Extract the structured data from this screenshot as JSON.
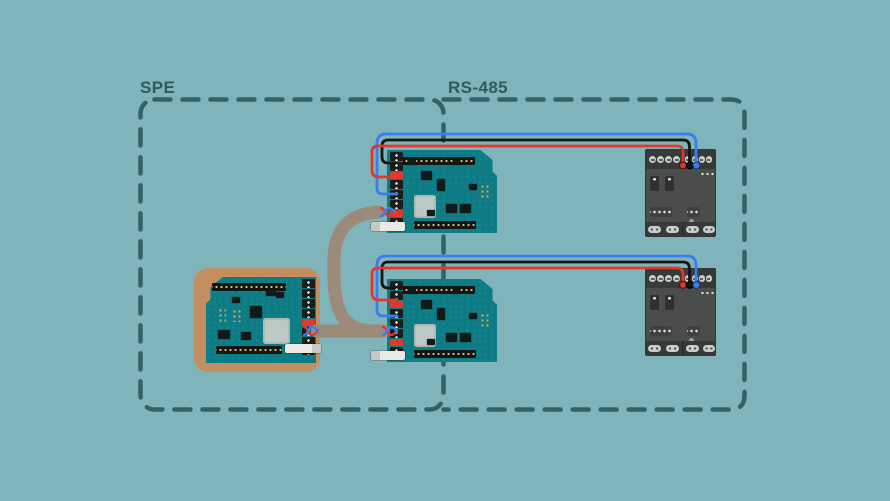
{
  "labels": {
    "spe": "SPE",
    "rs485": "RS-485"
  },
  "colors": {
    "bg": "#80b4bb",
    "line": "#336266",
    "label": "#2d5c60",
    "pcb": "#0e7c85",
    "highlight": "#c38e60",
    "cable": "#9c8a7a",
    "wirered": "#e0392b",
    "wireblue": "#3a7df0",
    "wireblack": "#161616",
    "module": "#4b4d4c",
    "moduledark": "#383a39",
    "header": "#141614",
    "terminal": "#1b1d1b",
    "pale": "#bcc9c4"
  },
  "components": {
    "left_board": "highlighted-arduino-board-with-spe-shield",
    "middle_boards": [
      "arduino-board-with-shield-top",
      "arduino-board-with-shield-bottom"
    ],
    "right_modules": [
      "rs485-din-module-top",
      "rs485-din-module-bottom"
    ],
    "cables": [
      "spe-twisted-pair-cable-curved",
      "spe-twisted-pair-cable-straight"
    ],
    "wire_colors": [
      "blue",
      "black",
      "red"
    ]
  }
}
